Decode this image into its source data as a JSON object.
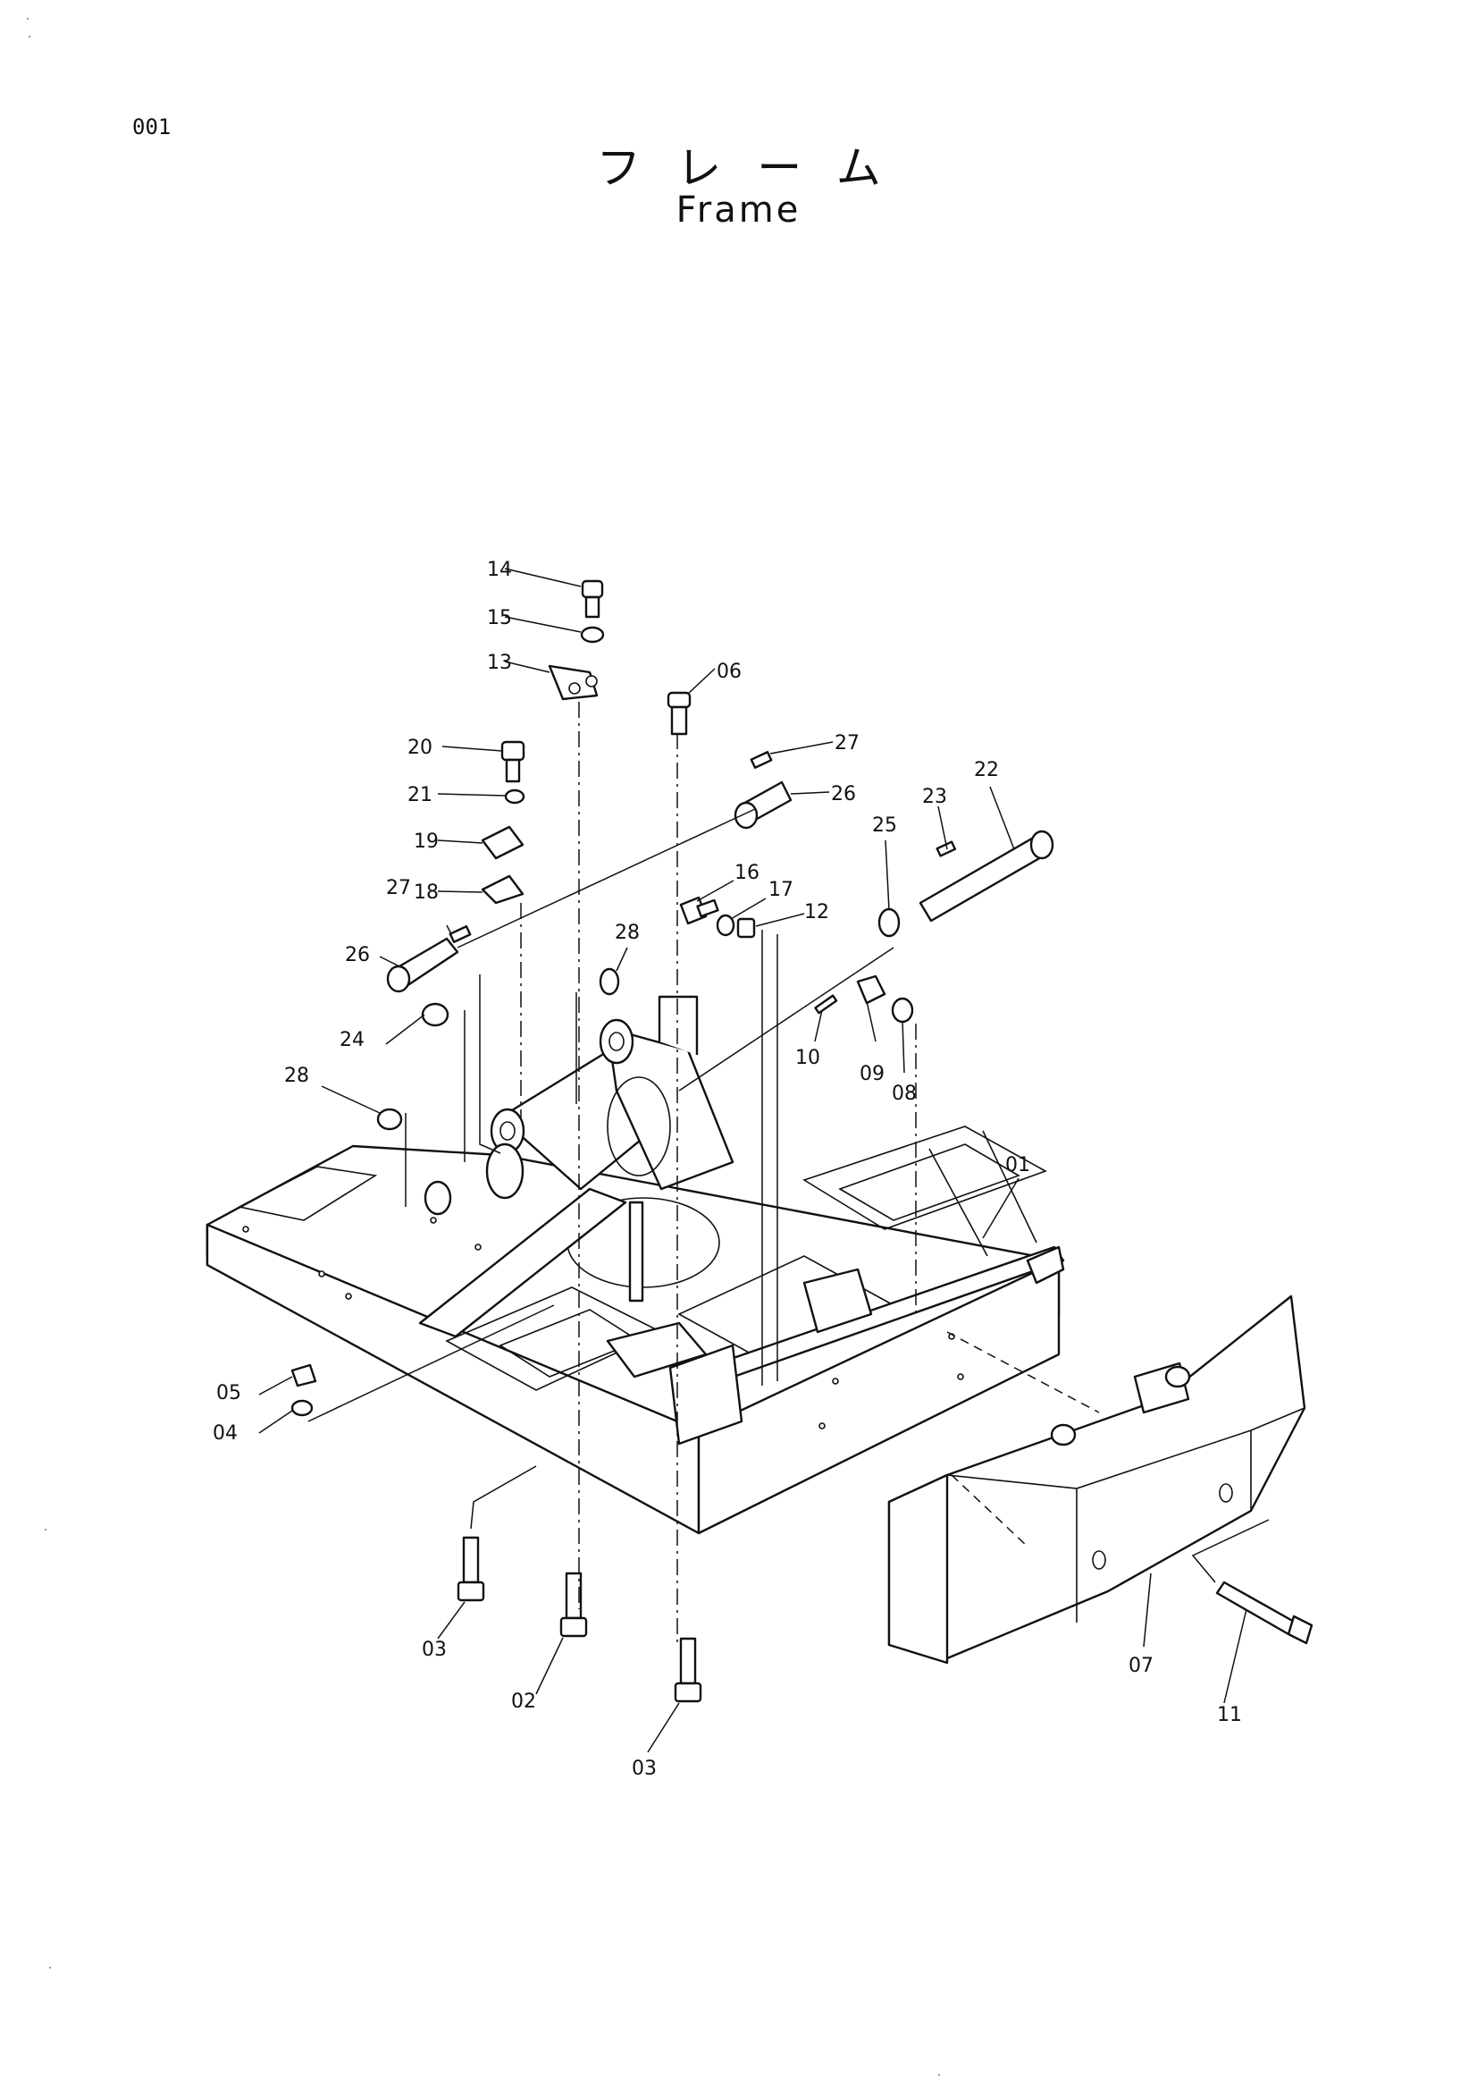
{
  "page_number": "001",
  "title_ja": "フレーム",
  "title_en": "Frame",
  "callouts": [
    "01",
    "02",
    "03",
    "03",
    "04",
    "05",
    "06",
    "07",
    "08",
    "09",
    "10",
    "11",
    "12",
    "13",
    "14",
    "15",
    "16",
    "17",
    "18",
    "19",
    "20",
    "21",
    "22",
    "23",
    "24",
    "25",
    "26",
    "26",
    "27",
    "27",
    "28",
    "28"
  ]
}
